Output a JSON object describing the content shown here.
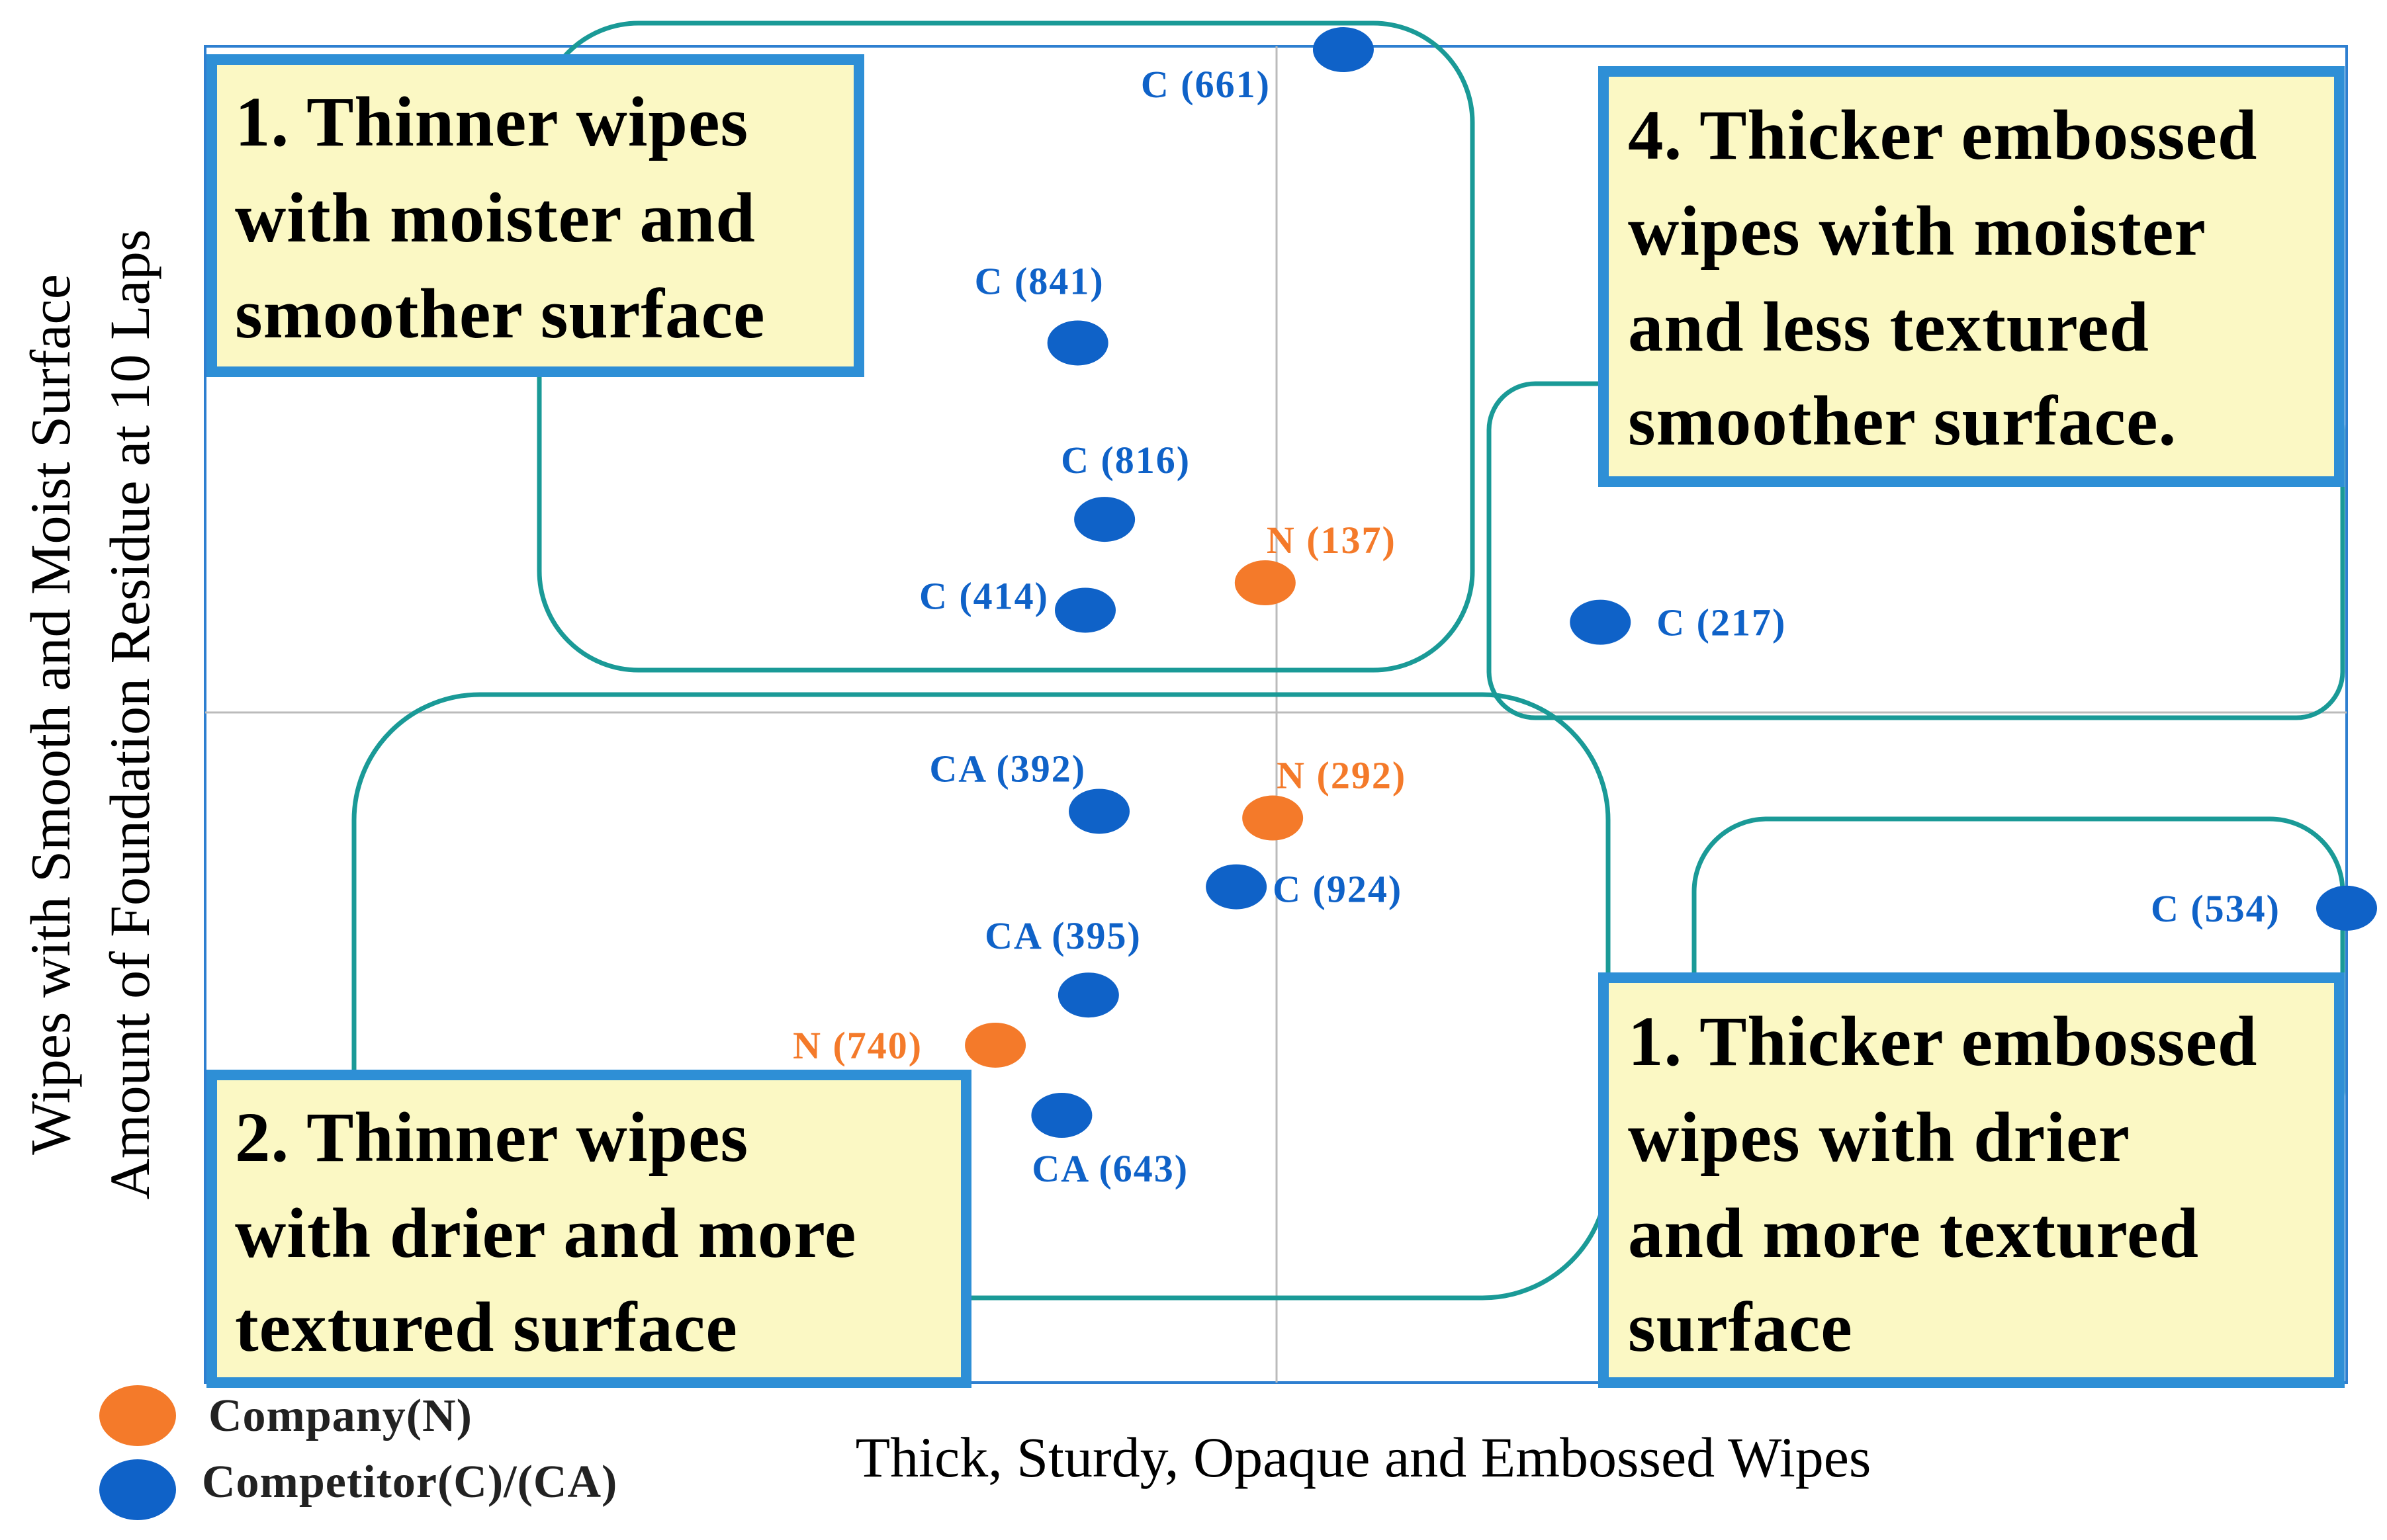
{
  "chart_data": {
    "type": "scatter",
    "title": "",
    "xlabel": "Thick, Sturdy, Opaque and Embossed Wipes",
    "ylabel_lines": [
      "Wipes with Smooth and Moist Surface",
      "Amount of Foundation Residue at 10 Laps"
    ],
    "xlim": [
      -1,
      1
    ],
    "ylim": [
      -1,
      1
    ],
    "grid": "center crosshair",
    "legend_position": "bottom-left",
    "colors": {
      "company": "#F47A2A",
      "competitor": "#0F62C8",
      "box_fill": "#FBF8C4",
      "box_border": "#2E8FD6",
      "cluster_outline": "#1A9A97",
      "frame": "#2E7FD0",
      "crosshair": "#BBBBBB"
    },
    "series": [
      {
        "name": "Company(N)",
        "group": "company",
        "points": [
          {
            "label": "N (137)",
            "x": -0.01,
            "y": 0.197
          },
          {
            "label": "N (292)",
            "x": -0.003,
            "y": -0.155
          },
          {
            "label": "N (740)",
            "x": -0.262,
            "y": -0.495
          }
        ]
      },
      {
        "name": "Competitor(C)/(CA)",
        "group": "competitor",
        "points": [
          {
            "label": "C (661)",
            "x": 0.063,
            "y": 0.995
          },
          {
            "label": "C (841)",
            "x": -0.185,
            "y": 0.556
          },
          {
            "label": "C (816)",
            "x": -0.16,
            "y": 0.292
          },
          {
            "label": "C (414)",
            "x": -0.178,
            "y": 0.156
          },
          {
            "label": "C (217)",
            "x": 0.303,
            "y": 0.138
          },
          {
            "label": "CA (392)",
            "x": -0.165,
            "y": -0.145
          },
          {
            "label": "C (924)",
            "x": -0.037,
            "y": -0.258
          },
          {
            "label": "C (534)",
            "x": 1.0,
            "y": -0.29
          },
          {
            "label": "CA (395)",
            "x": -0.175,
            "y": -0.42
          },
          {
            "label": "CA (643)",
            "x": -0.2,
            "y": -0.6
          }
        ]
      }
    ],
    "boxes": [
      {
        "id": "q1",
        "lines": [
          "1. Thinner  wipes",
          "with  moister  and",
          "smoother  surface"
        ]
      },
      {
        "id": "q4",
        "lines": [
          "4. Thicker  embossed",
          "wipes  with  moister",
          "and  less  textured",
          "smoother  surface."
        ]
      },
      {
        "id": "q2",
        "lines": [
          "2. Thinner  wipes",
          "with  drier  and  more",
          "textured  surface"
        ]
      },
      {
        "id": "q3",
        "lines": [
          "1. Thicker  embossed",
          "wipes  with  drier",
          "and  more  textured",
          "surface"
        ]
      }
    ],
    "legend": [
      {
        "label": "Company(N)",
        "group": "company"
      },
      {
        "label": "Competitor(C)/(CA)",
        "group": "competitor"
      }
    ]
  }
}
